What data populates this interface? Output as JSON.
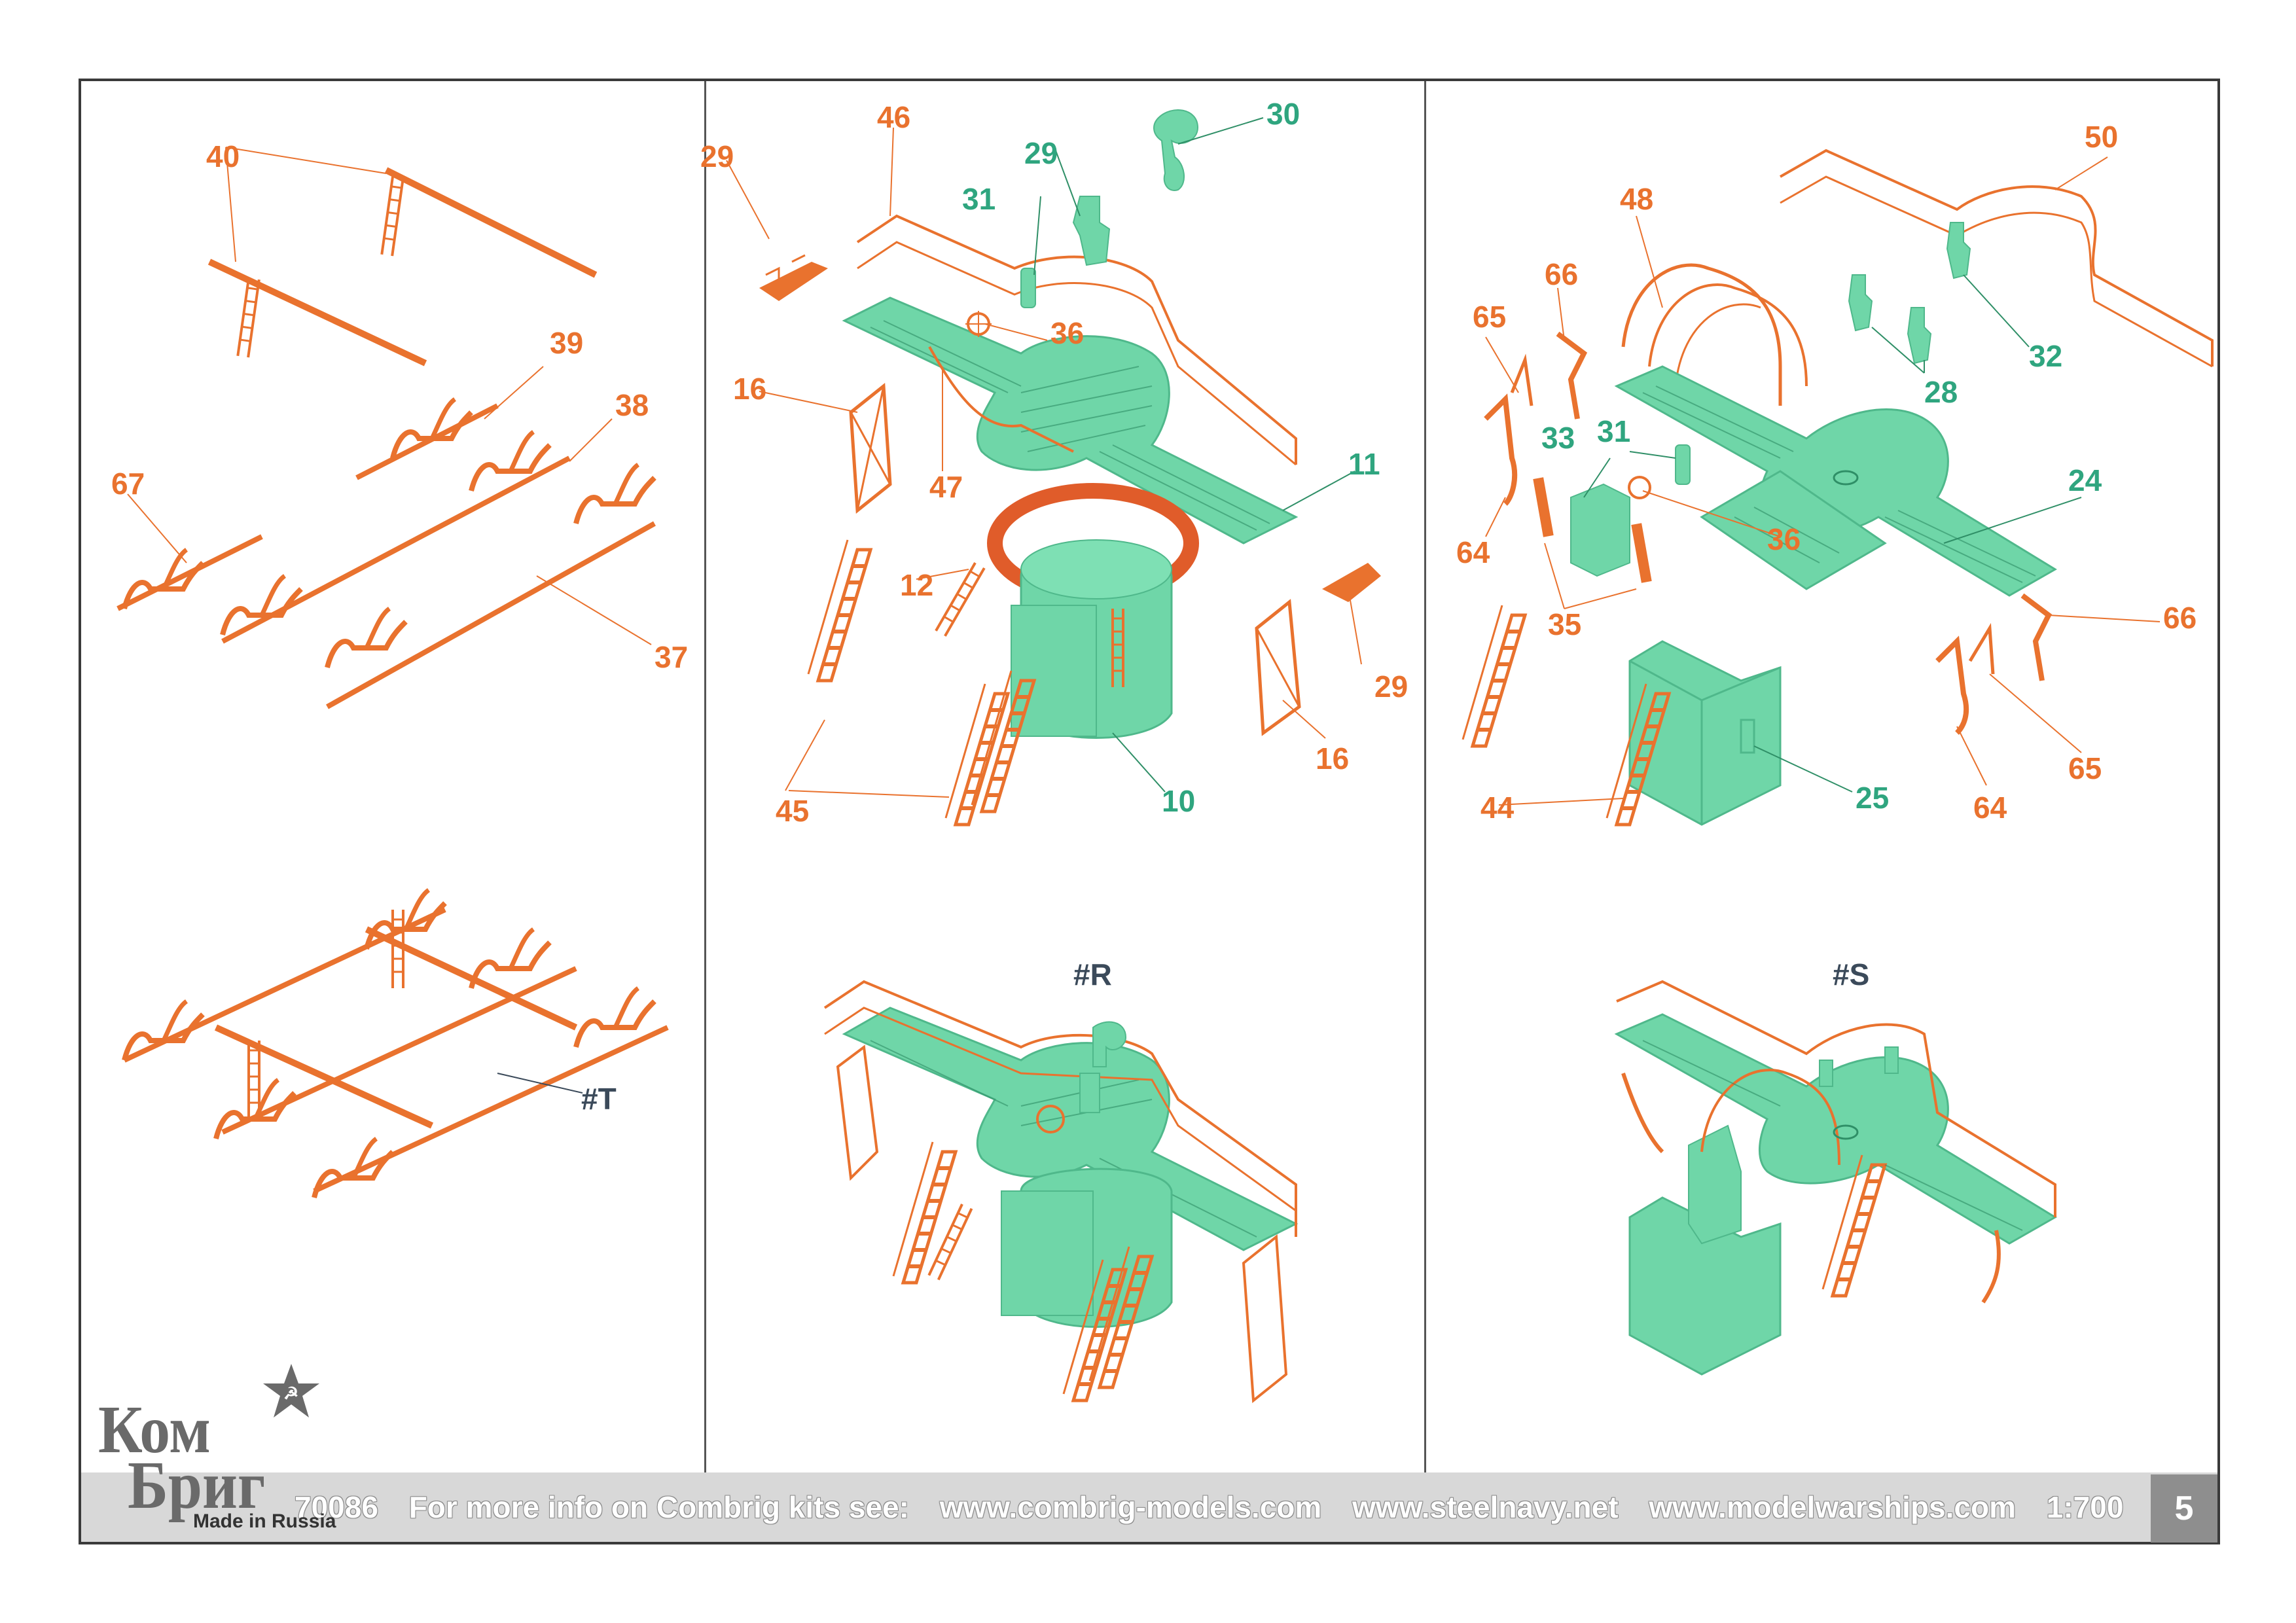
{
  "panels": {
    "left": {
      "labels": [
        "40",
        "39",
        "38",
        "67",
        "37"
      ],
      "assembly_label": "#T"
    },
    "middle": {
      "labels": [
        "46",
        "29",
        "31",
        "30",
        "29",
        "36",
        "16",
        "47",
        "11",
        "12",
        "29",
        "16",
        "45",
        "10"
      ],
      "assembly_label": "#R"
    },
    "right": {
      "labels": [
        "50",
        "48",
        "66",
        "65",
        "33",
        "31",
        "32",
        "28",
        "24",
        "36",
        "64",
        "35",
        "66",
        "65",
        "64",
        "44",
        "25"
      ],
      "assembly_label": "#S"
    }
  },
  "colors": {
    "photo_etch": "#e9722e",
    "resin": "#6fd6a8",
    "label_orange": "#e9722e",
    "label_green": "#2fa57f",
    "label_navy": "#3b4a5a"
  },
  "logo": {
    "line1": "Ком",
    "line2": "Бриг",
    "subtitle": "Made in Russia"
  },
  "footer": {
    "kit_number": "70086",
    "info_text": "For more info on Combrig kits see:",
    "url1": "www.combrig-models.com",
    "url2": "www.steelnavy.net",
    "url3": "www.modelwarships.com",
    "scale": "1:700",
    "page_number": "5"
  }
}
